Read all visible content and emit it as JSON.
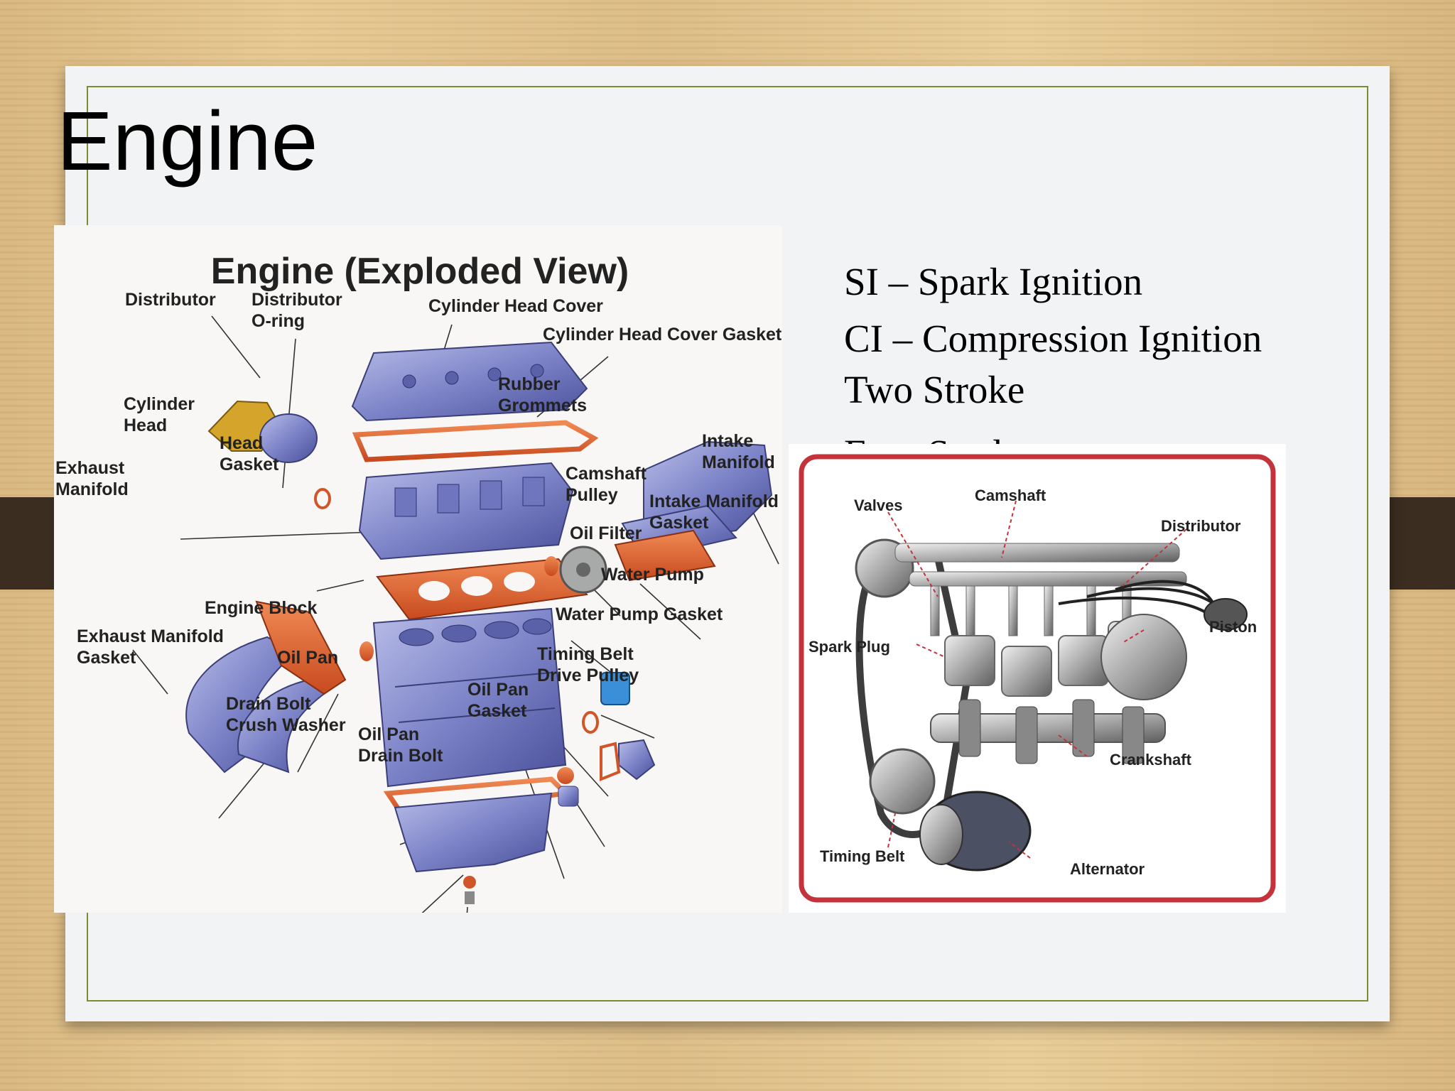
{
  "slide": {
    "title": "Engine",
    "bullets": [
      "SI – Spark Ignition",
      "CI – Compression  Ignition",
      "Two Stroke",
      "Four  Stroke"
    ]
  },
  "exploded_view": {
    "heading": "Engine (Exploded View)",
    "labels": {
      "distributor": "Distributor",
      "distributor_oring_1": "Distributor",
      "distributor_oring_2": "O-ring",
      "cylinder_head_cover": "Cylinder Head Cover",
      "cylinder_head_cover_gasket": "Cylinder Head Cover Gasket",
      "rubber_grommets_1": "Rubber",
      "rubber_grommets_2": "Grommets",
      "cylinder_head_1": "Cylinder",
      "cylinder_head_2": "Head",
      "head_gasket_1": "Head",
      "head_gasket_2": "Gasket",
      "intake_manifold_1": "Intake",
      "intake_manifold_2": "Manifold",
      "exhaust_manifold_1": "Exhaust",
      "exhaust_manifold_2": "Manifold",
      "camshaft_pulley_1": "Camshaft",
      "camshaft_pulley_2": "Pulley",
      "intake_manifold_gasket_1": "Intake Manifold",
      "intake_manifold_gasket_2": "Gasket",
      "oil_filter": "Oil Filter",
      "water_pump": "Water Pump",
      "water_pump_gasket": "Water Pump Gasket",
      "engine_block": "Engine Block",
      "exhaust_manifold_gasket_1": "Exhaust Manifold",
      "exhaust_manifold_gasket_2": "Gasket",
      "oil_pan": "Oil Pan",
      "timing_belt_pulley_1": "Timing Belt",
      "timing_belt_pulley_2": "Drive Pulley",
      "oil_pan_gasket_1": "Oil Pan",
      "oil_pan_gasket_2": "Gasket",
      "drain_bolt_washer_1": "Drain Bolt",
      "drain_bolt_washer_2": "Crush Washer",
      "oil_pan_drain_bolt_1": "Oil Pan",
      "oil_pan_drain_bolt_2": "Drain Bolt"
    }
  },
  "cutaway_view": {
    "labels": {
      "valves": "Valves",
      "camshaft": "Camshaft",
      "distributor": "Distributor",
      "spark_plug": "Spark Plug",
      "piston": "Piston",
      "crankshaft": "Crankshaft",
      "timing_belt": "Timing Belt",
      "alternator": "Alternator"
    }
  },
  "colors": {
    "engine_blue": "#7d84c8",
    "gasket_orange": "#e0622e",
    "frame_red": "#c4323c",
    "border_olive": "#7e8a2e"
  }
}
